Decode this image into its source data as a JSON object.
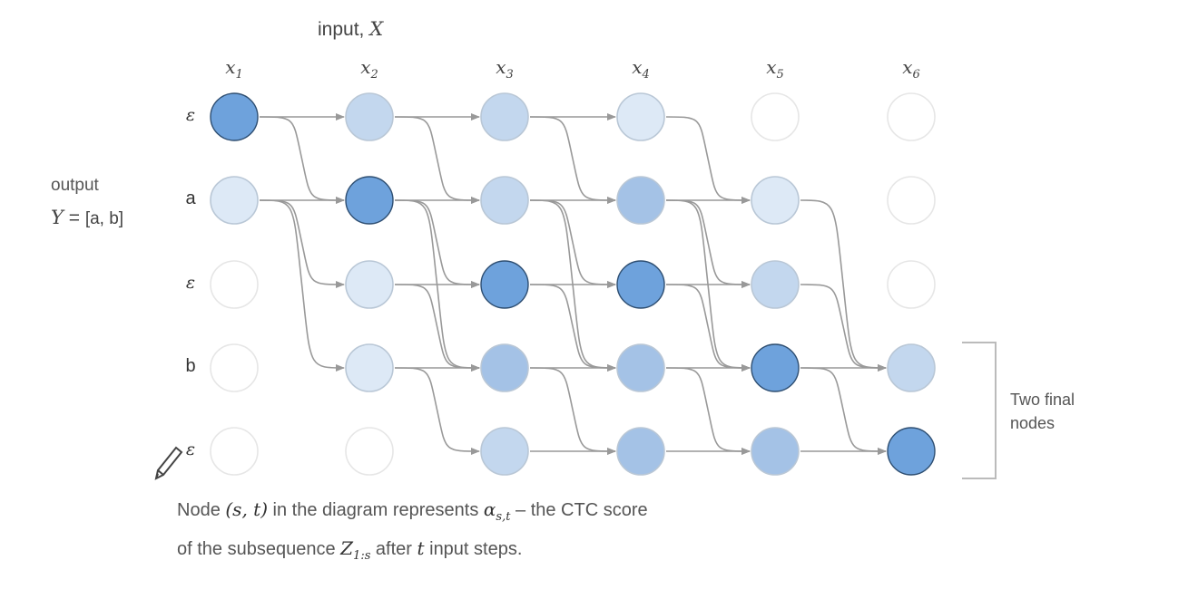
{
  "input_label": {
    "text": "input, ",
    "var": "X"
  },
  "columns": [
    {
      "base": "x",
      "sub": "1"
    },
    {
      "base": "x",
      "sub": "2"
    },
    {
      "base": "x",
      "sub": "3"
    },
    {
      "base": "x",
      "sub": "4"
    },
    {
      "base": "x",
      "sub": "5"
    },
    {
      "base": "x",
      "sub": "6"
    }
  ],
  "rows": [
    "ε",
    "a",
    "ε",
    "b",
    "ε"
  ],
  "output": {
    "label": "output",
    "var": "Y",
    "eq": " = ",
    "value": "[a, b]"
  },
  "final_note": {
    "line1": "Two final",
    "line2": "nodes"
  },
  "caption": {
    "l1_a": "Node ",
    "l1_b": "(s, t)",
    "l1_c": " in the diagram represents ",
    "l1_d": "α",
    "l1_e": "s,t",
    "l1_f": " – the CTC score",
    "l2_a": "of the subsequence ",
    "l2_b": "Z",
    "l2_c": "1:s",
    "l2_d": " after ",
    "l2_e": "t",
    "l2_f": " input steps."
  },
  "colors": {
    "levels": [
      "#ffffff",
      "#dde9f6",
      "#c3d7ee",
      "#a4c2e6",
      "#6ea2dc"
    ],
    "edge": "#999999"
  },
  "nodes": [
    [
      4,
      2,
      2,
      1,
      0,
      0
    ],
    [
      1,
      4,
      2,
      3,
      1,
      0
    ],
    [
      0,
      1,
      4,
      4,
      2,
      0
    ],
    [
      0,
      1,
      3,
      3,
      4,
      2
    ],
    [
      0,
      0,
      2,
      3,
      3,
      4
    ]
  ],
  "edges": [
    [
      0,
      0,
      0,
      1
    ],
    [
      0,
      0,
      1,
      1
    ],
    [
      0,
      1,
      0,
      2
    ],
    [
      0,
      1,
      1,
      2
    ],
    [
      0,
      2,
      0,
      3
    ],
    [
      0,
      2,
      1,
      3
    ],
    [
      0,
      3,
      1,
      4
    ],
    [
      1,
      0,
      1,
      1
    ],
    [
      1,
      0,
      2,
      1
    ],
    [
      1,
      0,
      3,
      1
    ],
    [
      1,
      1,
      1,
      2
    ],
    [
      1,
      1,
      2,
      2
    ],
    [
      1,
      1,
      3,
      2
    ],
    [
      1,
      2,
      1,
      3
    ],
    [
      1,
      2,
      2,
      3
    ],
    [
      1,
      2,
      3,
      3
    ],
    [
      1,
      3,
      1,
      4
    ],
    [
      1,
      3,
      2,
      4
    ],
    [
      1,
      3,
      3,
      4
    ],
    [
      1,
      4,
      3,
      5
    ],
    [
      2,
      1,
      2,
      2
    ],
    [
      2,
      1,
      3,
      2
    ],
    [
      2,
      2,
      2,
      3
    ],
    [
      2,
      2,
      3,
      3
    ],
    [
      2,
      3,
      2,
      4
    ],
    [
      2,
      3,
      3,
      4
    ],
    [
      2,
      4,
      3,
      5
    ],
    [
      3,
      1,
      3,
      2
    ],
    [
      3,
      1,
      4,
      2
    ],
    [
      3,
      2,
      3,
      3
    ],
    [
      3,
      2,
      4,
      3
    ],
    [
      3,
      3,
      3,
      4
    ],
    [
      3,
      3,
      4,
      4
    ],
    [
      3,
      4,
      3,
      5
    ],
    [
      3,
      4,
      4,
      5
    ],
    [
      4,
      2,
      4,
      3
    ],
    [
      4,
      3,
      4,
      4
    ],
    [
      4,
      4,
      4,
      5
    ]
  ]
}
